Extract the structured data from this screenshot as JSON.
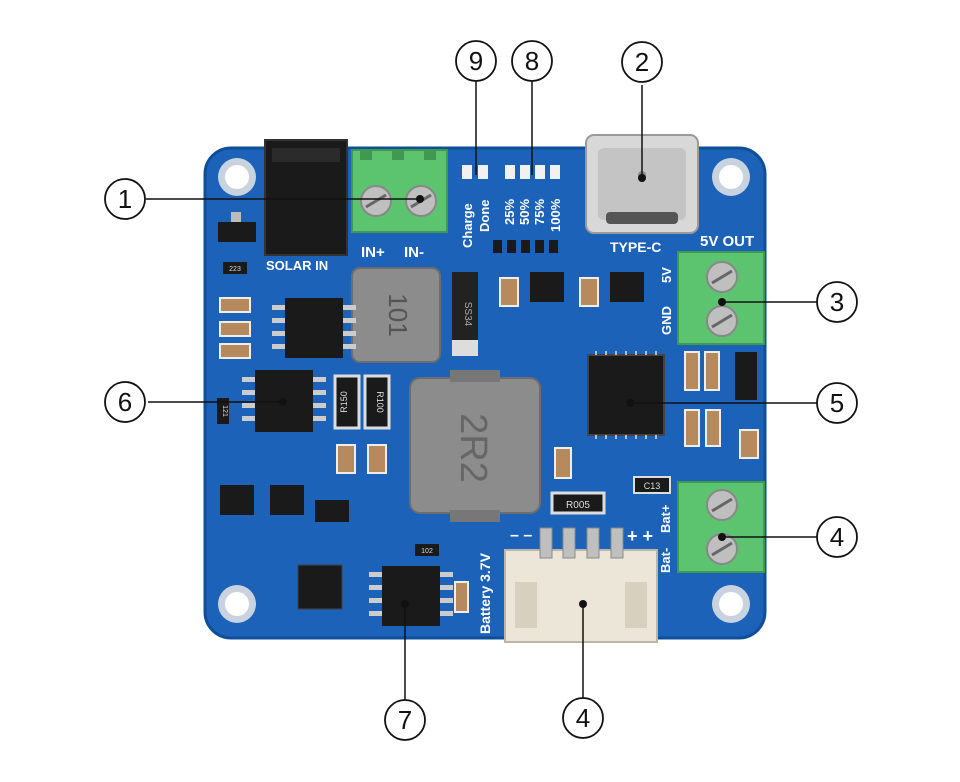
{
  "board": {
    "colors": {
      "pcb": "#1b62b8",
      "pcb_edge": "#0f4e99",
      "terminal_green": "#5cc46e",
      "ic_black": "#1a1a1a",
      "inductor_gray": "#8c8c8c",
      "connector_white": "#ece6d8",
      "silkscreen": "#ffffff"
    },
    "silkscreen": {
      "solar_in": "SOLAR IN",
      "in_plus": "IN+",
      "in_minus": "IN-",
      "type_c": "TYPE-C",
      "five_v_out": "5V OUT",
      "five_v": "5V",
      "gnd": "GND",
      "bat_minus": "Bat-",
      "bat_plus": "Bat+",
      "battery": "Battery 3.7V",
      "charge": "Charge",
      "done": "Done",
      "pct_25": "25%",
      "pct_50": "50%",
      "pct_75": "75%",
      "pct_100": "100%",
      "minus_signs": "– –",
      "plus_signs": "+ +"
    },
    "markings": {
      "inductor_small": "101",
      "inductor_big": "2R2",
      "diode": "SS34",
      "r150": "R150",
      "r100": "R100",
      "r005": "R005",
      "c13": "C13",
      "small_223": "223",
      "small_121": "121",
      "small_102": "102"
    }
  },
  "callouts": [
    {
      "number": "1",
      "icon": "circle-number"
    },
    {
      "number": "2",
      "icon": "circle-number"
    },
    {
      "number": "3",
      "icon": "circle-number"
    },
    {
      "number": "4",
      "icon": "circle-number"
    },
    {
      "number": "5",
      "icon": "circle-number"
    },
    {
      "number": "6",
      "icon": "circle-number"
    },
    {
      "number": "7",
      "icon": "circle-number"
    },
    {
      "number": "8",
      "icon": "circle-number"
    },
    {
      "number": "9",
      "icon": "circle-number"
    },
    {
      "number": "4",
      "icon": "circle-number"
    }
  ]
}
